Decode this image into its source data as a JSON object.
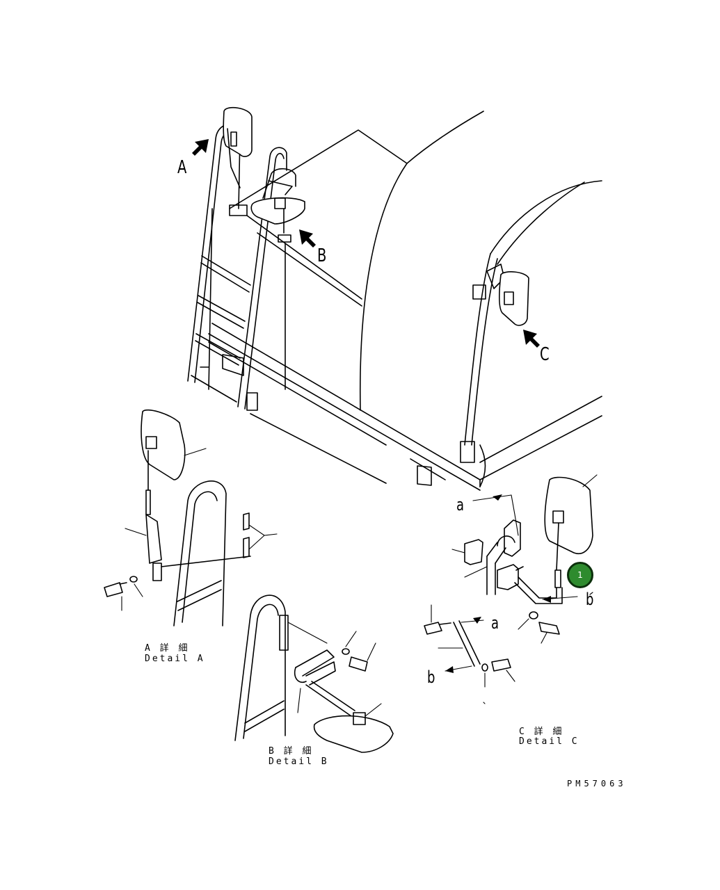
{
  "view_labels": {
    "a": "A",
    "b": "B",
    "c": "C"
  },
  "callouts": {
    "a_upper": "a",
    "b_upper": "b",
    "a_lower": "a",
    "b_lower": "b"
  },
  "details": {
    "a_jp": "A 詳 細",
    "a_en": "Detail A",
    "b_jp": "B 詳 細",
    "b_en": "Detail B",
    "c_jp": "C 詳 細",
    "c_en": "Detail C"
  },
  "pin": {
    "number": "1",
    "color": "#2e8b2e"
  },
  "drawing_code": "PM57063"
}
